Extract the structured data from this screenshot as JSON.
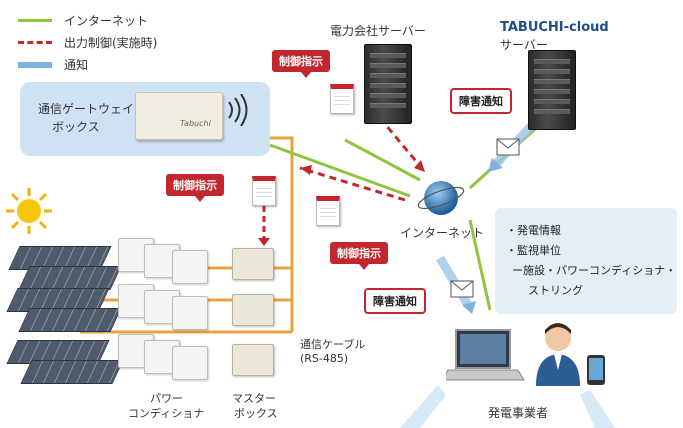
{
  "legend": {
    "internet": "インターネット",
    "control": "出力制御(実施時)",
    "notify": "通知"
  },
  "gateway": {
    "line1": "通信ゲートウェイ",
    "line2": "ボックス"
  },
  "servers": {
    "power_company": "電力会社サーバー",
    "tabuchi_brand": "TABUCHI-cloud",
    "tabuchi_sub": "サーバー"
  },
  "tags": {
    "control_top": "制御指示",
    "control_left": "制御指示",
    "control_mid": "制御指示",
    "failure_top": "障害通知",
    "failure_bottom": "障害通知"
  },
  "internet_label": "インターネット",
  "info": {
    "item1": "・発電情報",
    "item2": "・監視単位",
    "item3": "ー施設・パワーコンディショナ・",
    "item4": "ストリング"
  },
  "cable": {
    "line1": "通信ケーブル",
    "line2": "(RS-485)"
  },
  "pcs_label": {
    "line1": "パワー",
    "line2": "コンディショナ"
  },
  "master_label": {
    "line1": "マスター",
    "line2": "ボックス"
  },
  "operator_label": "発電事業者",
  "gateway_logo": "Tabuchi",
  "colors": {
    "green": "#8cc63f",
    "red": "#c1272d",
    "blue": "#7fb2dd",
    "gateway_bg": "#cfe2f4"
  }
}
